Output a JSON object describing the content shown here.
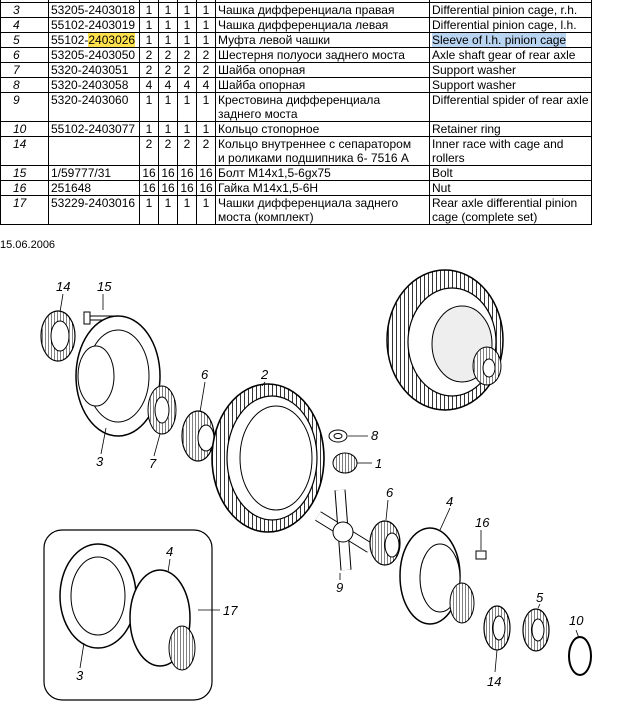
{
  "table": {
    "rows": [
      {
        "pos": "",
        "num": "",
        "q": [
          "",
          "",
          "",
          ""
        ],
        "ru": "",
        "en": ""
      },
      {
        "pos": "3",
        "num": "53205-2403018",
        "q": [
          "1",
          "1",
          "1",
          "1"
        ],
        "ru": "Чашка  дифференциала  правая",
        "en": "Differential pinion cage, r.h."
      },
      {
        "pos": "4",
        "num": "55102-2403019",
        "q": [
          "1",
          "1",
          "1",
          "1"
        ],
        "ru": "Чашка дифференциала левая",
        "en": "Differential pinion cage, l.h."
      },
      {
        "pos": "5",
        "num_a": "55102-",
        "num_b": "2403026",
        "q": [
          "1",
          "1",
          "1",
          "1"
        ],
        "ru": "Муфта левой чашки",
        "en": "Sleeve of l.h. pinion cage"
      },
      {
        "pos": "6",
        "num": "53205-2403050",
        "q": [
          "2",
          "2",
          "2",
          "2"
        ],
        "ru": "Шестерня полуоси заднего моста",
        "en": "Axle shaft gear of rear axle"
      },
      {
        "pos": "7",
        "num": "5320-2403051",
        "q": [
          "2",
          "2",
          "2",
          "2"
        ],
        "ru": "Шайба опорная",
        "en": "Support washer"
      },
      {
        "pos": "8",
        "num": "5320-2403058",
        "q": [
          "4",
          "4",
          "4",
          "4"
        ],
        "ru": "Шайба опорная",
        "en": "Support washer"
      },
      {
        "pos": "9",
        "num": "5320-2403060",
        "q": [
          "1",
          "1",
          "1",
          "1"
        ],
        "ru": "Крестовина дифференциала",
        "ru2": "заднего моста",
        "en": "Differential spider of rear axle"
      },
      {
        "pos": "10",
        "num": "55102-2403077",
        "q": [
          "1",
          "1",
          "1",
          "1"
        ],
        "ru": "Кольцо стопорное",
        "en": "Retainer ring"
      },
      {
        "pos": "14",
        "num": "",
        "q": [
          "2",
          "2",
          "2",
          "2"
        ],
        "ru": "Кольцо внутреннее с сепаратором",
        "ru2": "и роликами подшипника 6- 7516 А",
        "en": "Inner race with cage and",
        "en2": "rollers"
      },
      {
        "pos": "15",
        "num": "1/59777/31",
        "q": [
          "16",
          "16",
          "16",
          "16"
        ],
        "ru": "Болт М14х1,5-6gх75",
        "en": "Bolt"
      },
      {
        "pos": "16",
        "num": "251648",
        "q": [
          "16",
          "16",
          "16",
          "16"
        ],
        "ru": "Гайка М14х1,5-6Н",
        "en": "Nut"
      },
      {
        "pos": "17",
        "num": "53229-2403016",
        "q": [
          "1",
          "1",
          "1",
          "1"
        ],
        "ru": "Чашки дифференциала заднего",
        "ru2": "моста (комплект)",
        "en": "Rear axle differential pinion",
        "en2": "cage (complete set)"
      }
    ]
  },
  "date": "15.06.2006",
  "callouts": [
    "14",
    "15",
    "3",
    "7",
    "6",
    "2",
    "8",
    "1",
    "9",
    "6",
    "4",
    "16",
    "4",
    "17",
    "3",
    "5",
    "14",
    "10"
  ]
}
